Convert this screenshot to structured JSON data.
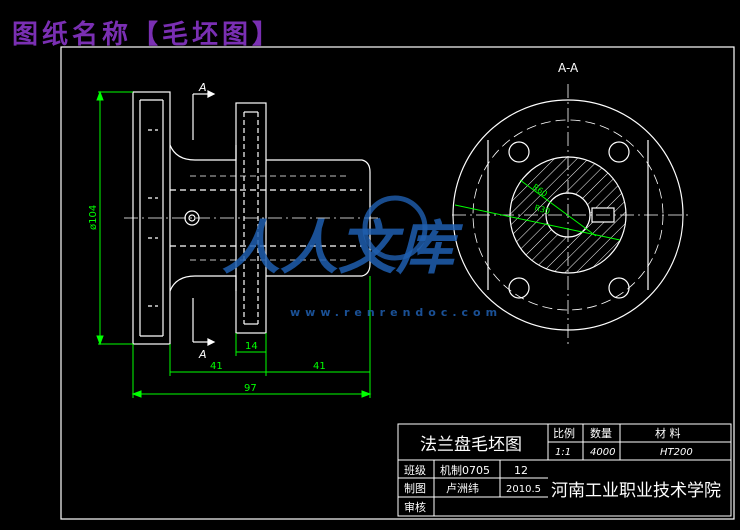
{
  "page_title": "图纸名称【毛坯图】",
  "section_label": "A-A",
  "cut_labels": {
    "top": "A",
    "bottom": "A"
  },
  "dimensions": {
    "diameter": "ø104",
    "width_14": "14",
    "width_41_left": "41",
    "width_41_right": "41",
    "overall_97": "97",
    "radius_1": "R60",
    "radius_2": "R30"
  },
  "title_block": {
    "drawing_name": "法兰盘毛坯图",
    "scale_header": "比例",
    "qty_header": "数量",
    "material_header": "材 料",
    "scale_value": "1:1",
    "qty_value": "4000",
    "material_value": "HT200",
    "class_label": "班级",
    "class_value": "机制0705",
    "number_value": "12",
    "draw_label": "制图",
    "drawer_name": "卢洲纬",
    "date_value": "2010.5",
    "check_label": "审核",
    "school": "河南工业职业技术学院"
  },
  "watermark": {
    "brand": "人人文库",
    "url": "www.renrendoc.com"
  },
  "colors": {
    "background": "#000000",
    "outline": "#ffffff",
    "dimension": "#00ff00",
    "title": "#7a2fb3",
    "watermark": "#1f5fb0"
  }
}
